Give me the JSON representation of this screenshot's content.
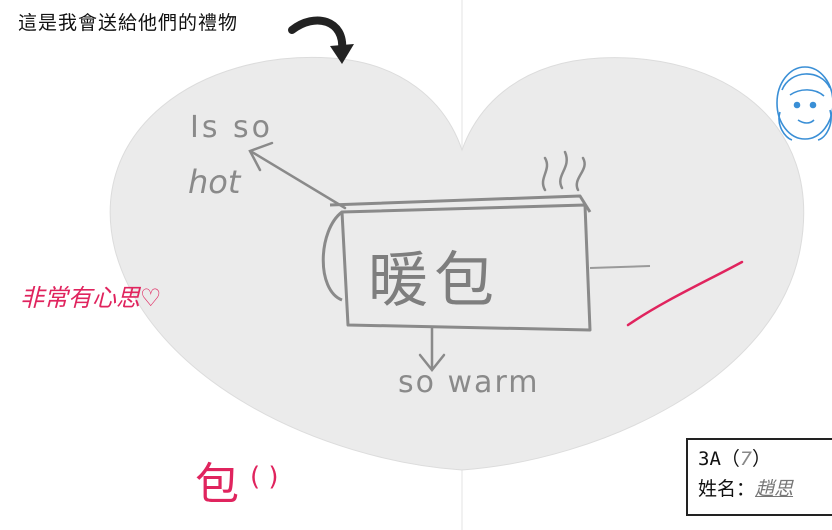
{
  "worksheet": {
    "printed_title": "這是我會送給他們的禮物",
    "drawing": {
      "label_is_so": "Is so",
      "label_hot": "hot",
      "box_text": "暖包",
      "label_so_warm": "so warm"
    },
    "teacher_marks": {
      "margin_comment": "非常有心思",
      "heart_symbol": "♡",
      "bottom_character": "包",
      "bottom_parens": "(  )"
    },
    "name_box": {
      "class_label": "3A（",
      "class_number": "7",
      "class_close": "）",
      "name_label": "姓名：",
      "name_value": "趙思"
    },
    "colors": {
      "heart_fill": "#ebebeb",
      "pencil": "#8a8a8a",
      "teacher_red": "#e0245e",
      "icon_blue": "#3a8fd6"
    },
    "icons": [
      "curved-arrow-icon",
      "princess-sticker-icon",
      "steam-icon",
      "checkmark-icon"
    ]
  }
}
